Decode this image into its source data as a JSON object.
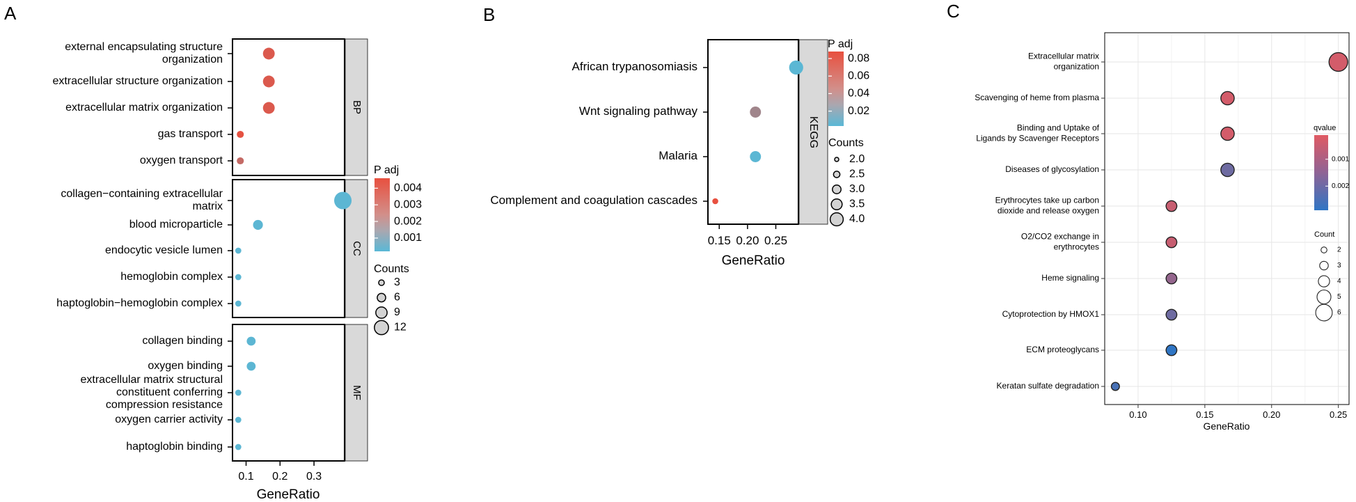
{
  "chart_data": [
    {
      "panel": "A",
      "type": "scatter",
      "xlabel": "GeneRatio",
      "xticks": [
        0.1,
        0.2,
        0.3
      ],
      "xlim": [
        0.06,
        0.39
      ],
      "size_legend": {
        "title": "Counts",
        "values": [
          3,
          6,
          9,
          12
        ]
      },
      "color_legend": {
        "title": "P adj",
        "ticks": [
          0.004,
          0.003,
          0.002,
          0.001
        ],
        "tick_labels": [
          "0.004",
          "0.003",
          "0.002",
          "0.001"
        ],
        "range": [
          0.0002,
          0.0046
        ],
        "colors": [
          "#e8503f",
          "#59b8d6"
        ]
      },
      "facets": [
        {
          "label": "BP",
          "points": [
            {
              "term": "external encapsulating structure\norganization",
              "x": 0.167,
              "count": 8,
              "padj": 0.0042
            },
            {
              "term": "extracellular structure organization",
              "x": 0.167,
              "count": 8,
              "padj": 0.0042
            },
            {
              "term": "extracellular matrix organization",
              "x": 0.167,
              "count": 8,
              "padj": 0.0042
            },
            {
              "term": "gas transport",
              "x": 0.083,
              "count": 3,
              "padj": 0.0045
            },
            {
              "term": "oxygen transport",
              "x": 0.083,
              "count": 3,
              "padj": 0.0035
            }
          ]
        },
        {
          "label": "CC",
          "points": [
            {
              "term": "collagen−containing extracellular\nmatrix",
              "x": 0.385,
              "count": 14,
              "padj": 0.0003
            },
            {
              "term": "blood microparticle",
              "x": 0.135,
              "count": 6,
              "padj": 0.0003
            },
            {
              "term": "endocytic vesicle lumen",
              "x": 0.077,
              "count": 2,
              "padj": 0.0003
            },
            {
              "term": "hemoglobin complex",
              "x": 0.077,
              "count": 2,
              "padj": 0.0003
            },
            {
              "term": "haptoglobin−hemoglobin complex",
              "x": 0.077,
              "count": 2,
              "padj": 0.0003
            }
          ]
        },
        {
          "label": "MF",
          "points": [
            {
              "term": "collagen binding",
              "x": 0.115,
              "count": 5,
              "padj": 0.0003
            },
            {
              "term": "oxygen binding",
              "x": 0.115,
              "count": 5,
              "padj": 0.0003
            },
            {
              "term": "extracellular matrix structural\nconstituent conferring\ncompression resistance",
              "x": 0.077,
              "count": 2,
              "padj": 0.0003
            },
            {
              "term": "oxygen carrier activity",
              "x": 0.077,
              "count": 2,
              "padj": 0.0003
            },
            {
              "term": "haptoglobin binding",
              "x": 0.077,
              "count": 2,
              "padj": 0.0003
            }
          ]
        }
      ]
    },
    {
      "panel": "B",
      "type": "scatter",
      "xlabel": "GeneRatio",
      "xticks": [
        0.15,
        0.2,
        0.25
      ],
      "tick_labels": [
        "0.15",
        "0.20",
        "0.25"
      ],
      "xlim": [
        0.13,
        0.29
      ],
      "size_legend": {
        "title": "Counts",
        "values": [
          2.0,
          2.5,
          3.0,
          3.5,
          4.0
        ],
        "labels": [
          "2.0",
          "2.5",
          "3.0",
          "3.5",
          "4.0"
        ]
      },
      "color_legend": {
        "title": "P adj",
        "ticks": [
          0.08,
          0.06,
          0.04,
          0.02
        ],
        "tick_labels": [
          "0.08",
          "0.06",
          "0.04",
          "0.02"
        ],
        "range": [
          0.003,
          0.088
        ],
        "colors": [
          "#e8503f",
          "#59b8d6"
        ]
      },
      "facets": [
        {
          "label": "KEGG",
          "points": [
            {
              "term": "African trypanosomiasis",
              "x": 0.286,
              "count": 4,
              "padj": 0.004
            },
            {
              "term": "Wnt signaling pathway",
              "x": 0.214,
              "count": 3,
              "padj": 0.045
            },
            {
              "term": "Malaria",
              "x": 0.214,
              "count": 3,
              "padj": 0.004
            },
            {
              "term": "Complement and coagulation cascades",
              "x": 0.143,
              "count": 1.3,
              "padj": 0.088
            }
          ]
        }
      ]
    },
    {
      "panel": "C",
      "type": "scatter",
      "xlabel": "GeneRatio",
      "xticks": [
        0.1,
        0.15,
        0.2,
        0.25
      ],
      "tick_labels": [
        "0.10",
        "0.15",
        "0.20",
        "0.25"
      ],
      "xlim": [
        0.075,
        0.258
      ],
      "size_legend": {
        "title": "Count",
        "values": [
          2,
          3,
          4,
          5,
          6
        ]
      },
      "color_legend": {
        "title": "qvalue",
        "ticks": [
          0.001,
          0.002
        ],
        "tick_labels": [
          "0.001",
          "0.002"
        ],
        "range": [
          0.0001,
          0.0029
        ],
        "colors": [
          "#e05a63",
          "#2f75c4"
        ]
      },
      "points": [
        {
          "term": "Extracellular matrix\norganization",
          "x": 0.25,
          "count": 6,
          "q": 0.0003
        },
        {
          "term": "Scavenging of heme from plasma",
          "x": 0.167,
          "count": 4,
          "q": 0.0003
        },
        {
          "term": "Binding and Uptake of\nLigands by Scavenger Receptors",
          "x": 0.167,
          "count": 4,
          "q": 0.0003
        },
        {
          "term": "Diseases of glycosylation",
          "x": 0.167,
          "count": 4,
          "q": 0.0019
        },
        {
          "term": "Erythrocytes take up carbon\ndioxide and release oxygen",
          "x": 0.125,
          "count": 3,
          "q": 0.0005
        },
        {
          "term": "O2/CO2 exchange in\nerythrocytes",
          "x": 0.125,
          "count": 3,
          "q": 0.0005
        },
        {
          "term": "Heme signaling",
          "x": 0.125,
          "count": 3,
          "q": 0.0013
        },
        {
          "term": "Cytoprotection by HMOX1",
          "x": 0.125,
          "count": 3,
          "q": 0.0019
        },
        {
          "term": "ECM proteoglycans",
          "x": 0.125,
          "count": 3,
          "q": 0.0029
        },
        {
          "term": "Keratan sulfate degradation",
          "x": 0.083,
          "count": 2,
          "q": 0.0025
        }
      ]
    }
  ],
  "panel_letters": [
    "A",
    "B",
    "C"
  ]
}
